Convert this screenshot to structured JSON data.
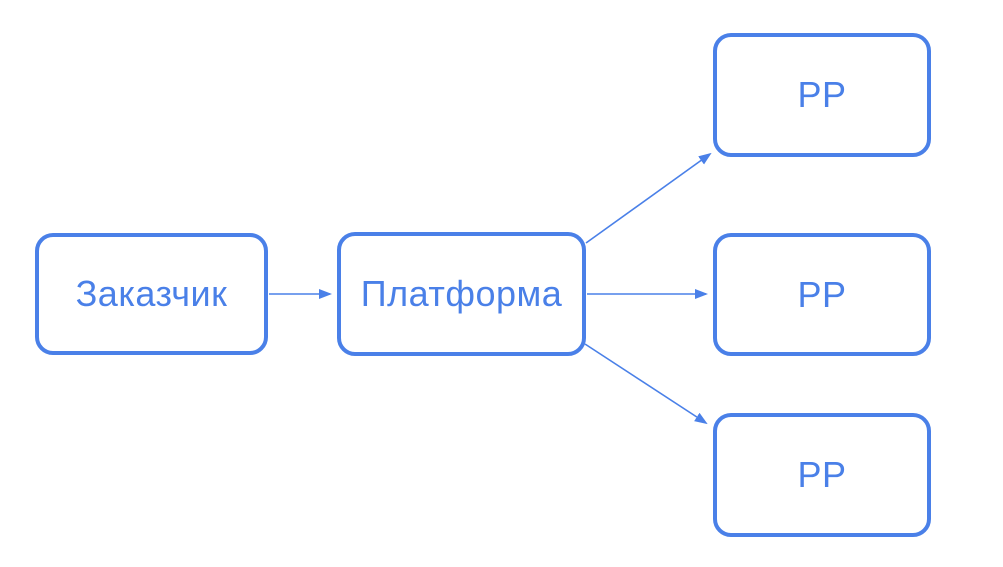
{
  "diagram": {
    "type": "flowchart",
    "nodes": [
      {
        "id": "customer",
        "label": "Заказчик"
      },
      {
        "id": "platform",
        "label": "Платформа"
      },
      {
        "id": "pp-top",
        "label": "РР"
      },
      {
        "id": "pp-middle",
        "label": "РР"
      },
      {
        "id": "pp-bottom",
        "label": "РР"
      }
    ],
    "edges": [
      {
        "from": "customer",
        "to": "platform"
      },
      {
        "from": "platform",
        "to": "pp-top"
      },
      {
        "from": "platform",
        "to": "pp-middle"
      },
      {
        "from": "platform",
        "to": "pp-bottom"
      }
    ],
    "colors": {
      "accent": "#4a80e8",
      "background": "#ffffff"
    }
  }
}
